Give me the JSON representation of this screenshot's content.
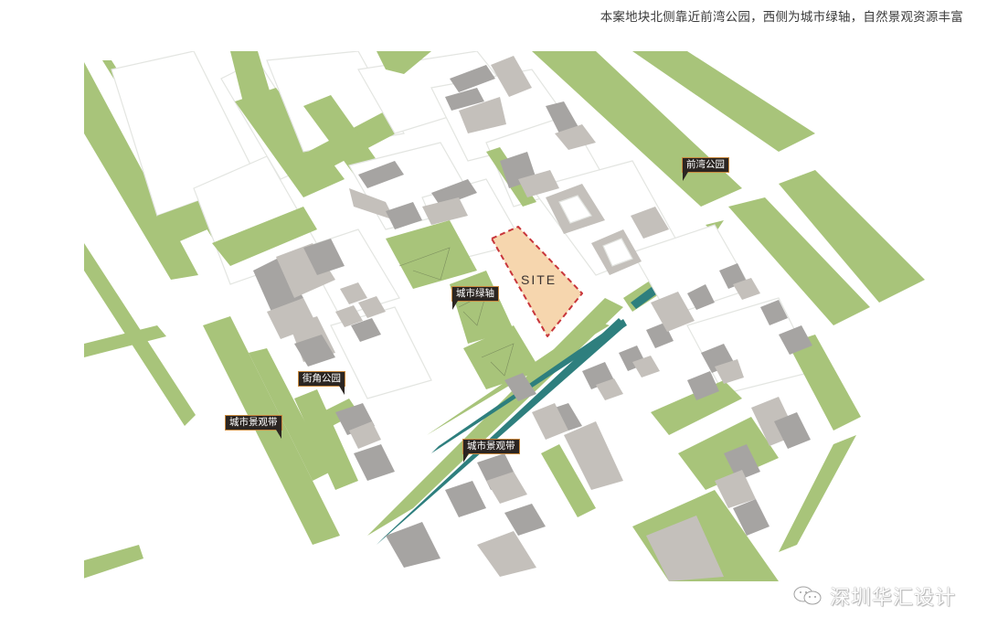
{
  "caption": "本案地块北侧靠近前湾公园，西侧为城市绿轴，自然景观资源丰富",
  "site": {
    "label": "SITE",
    "fill": "#f6d6ae",
    "border": "#c8363b"
  },
  "labels": [
    {
      "id": "qianwan-park",
      "text": "前湾公园"
    },
    {
      "id": "city-green-axis",
      "text": "城市绿轴"
    },
    {
      "id": "corner-park",
      "text": "街角公园"
    },
    {
      "id": "city-landscape-belt-west",
      "text": "城市景观带"
    },
    {
      "id": "city-landscape-belt-south",
      "text": "城市景观带"
    }
  ],
  "legend_colors": {
    "green_space": "#a8c47a",
    "water_channel": "#2e7f7e",
    "building_dark": "#a6a4a2",
    "building_light": "#c4c0bb",
    "road_outline": "#e2e4e0"
  },
  "watermark": {
    "icon": "wechat-icon",
    "text": "深圳华汇设计"
  }
}
